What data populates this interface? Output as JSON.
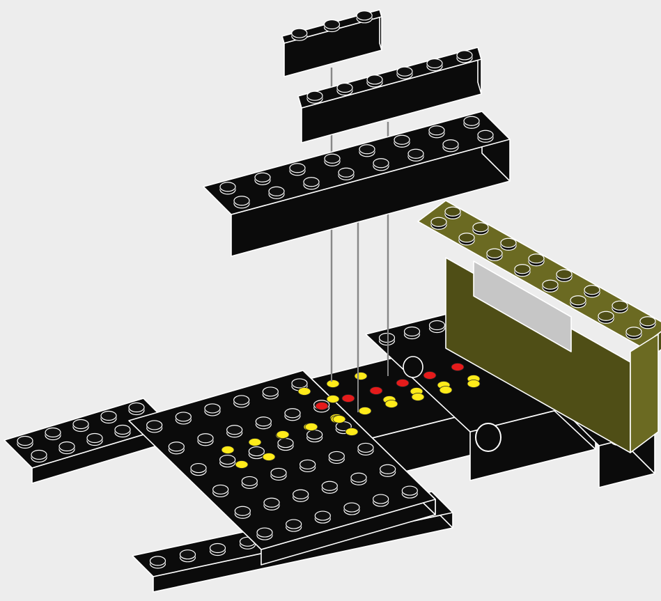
{
  "colors": {
    "background": "#ededed",
    "brick": "#0b0b0b",
    "outline": "#ffffff",
    "stud_top": "#111111",
    "olive": "#6b6a22",
    "olive_dark": "#4f4e16",
    "grey_panel": "#c6c6c6",
    "highlight_yellow": "#ffeb1a",
    "highlight_red": "#e51b1b",
    "guide_line": "#ffffff"
  },
  "parts": [
    {
      "name": "brick-1x3",
      "studs": 3
    },
    {
      "name": "brick-1x6",
      "studs": 6
    },
    {
      "name": "brick-2x8",
      "studs": 16
    },
    {
      "name": "base-assembly"
    },
    {
      "name": "olive-wall-assembly"
    }
  ],
  "highlighted_studs": {
    "yellow": 25,
    "red": 6
  }
}
